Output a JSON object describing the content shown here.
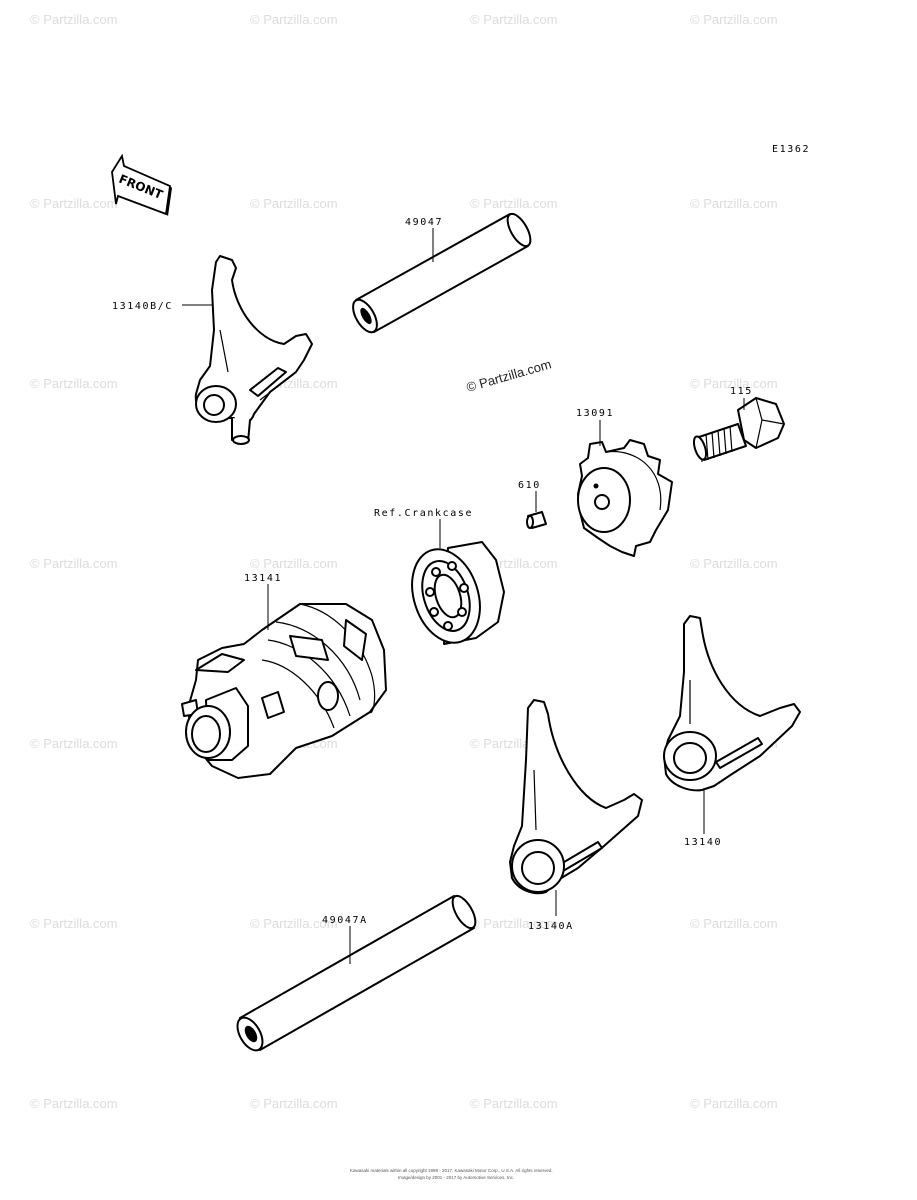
{
  "diagram": {
    "code": "E1362",
    "front_label": "FRONT",
    "watermark": "© Partzilla.com",
    "center_watermark": "© Partzilla.com",
    "labels": {
      "shaft_upper": "49047",
      "fork_upper": "13140B/C",
      "bolt": "115",
      "gear": "13091",
      "pin": "610",
      "bearing_ref": "Ref.Crankcase",
      "drum": "13141",
      "fork_right": "13140",
      "fork_center": "13140A",
      "shaft_lower": "49047A"
    },
    "footer": [
      "Kawasaki materials within all copyright 1998 - 2017, Kawasaki Motor Corp., U.S.A. All rights reserved.",
      "Image/design by 2001 - 2017 by Automotive Services, Inc."
    ]
  }
}
